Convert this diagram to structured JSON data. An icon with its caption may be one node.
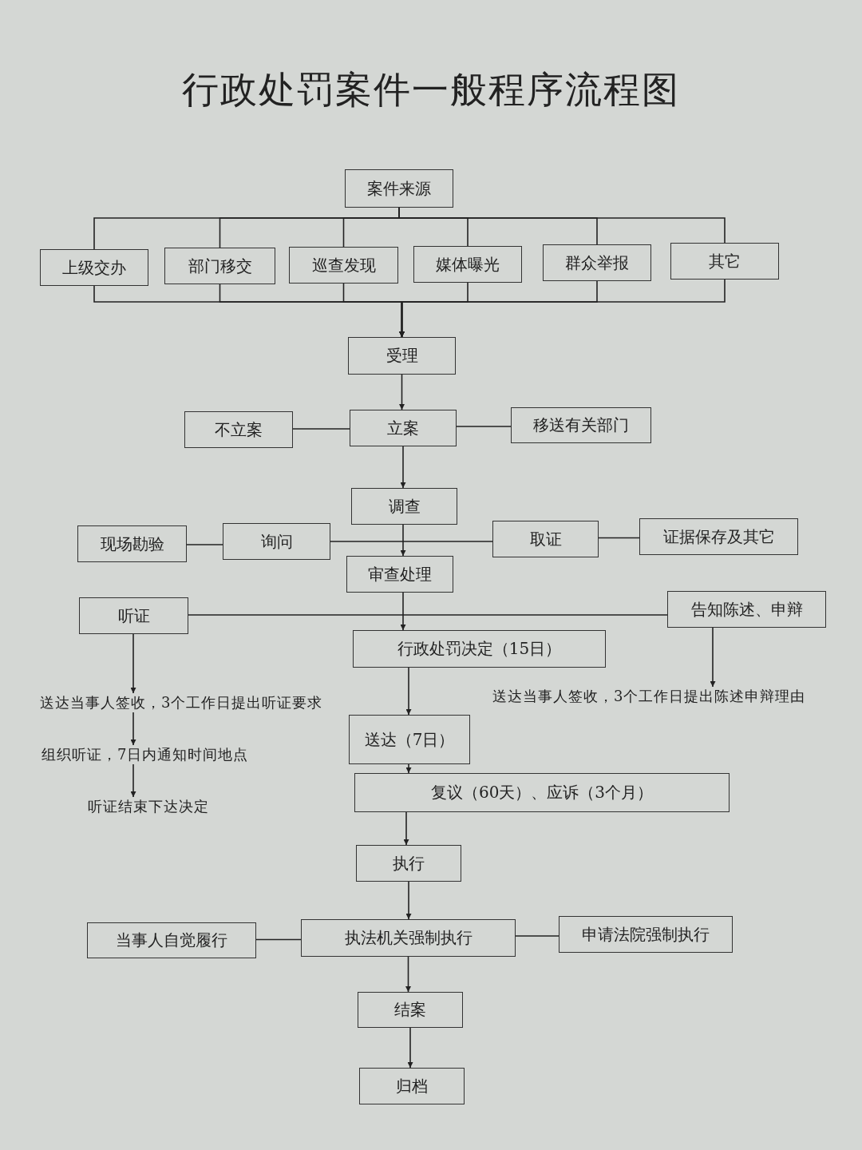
{
  "diagram": {
    "title": "行政处罚案件一般程序流程图",
    "nodes": [
      {
        "text": [
          "案件来源"
        ]
      },
      {
        "text": [
          "上级交办"
        ]
      },
      {
        "text": [
          "部门移交"
        ]
      },
      {
        "text": [
          "巡查发现"
        ]
      },
      {
        "text": [
          "媒体曝光"
        ]
      },
      {
        "text": [
          "群众举报"
        ]
      },
      {
        "text": [
          "其它"
        ]
      },
      {
        "text": [
          "受理"
        ]
      },
      {
        "text": [
          "不立案"
        ]
      },
      {
        "text": [
          "立案"
        ]
      },
      {
        "text": [
          "移送有关部门"
        ]
      },
      {
        "text": [
          "调查"
        ]
      },
      {
        "text": [
          "现场勘验"
        ]
      },
      {
        "text": [
          "询问"
        ]
      },
      {
        "text": [
          "取证"
        ]
      },
      {
        "text": [
          "证据保存及其它"
        ]
      },
      {
        "text": [
          "审查处理"
        ]
      },
      {
        "text": [
          "听证"
        ]
      },
      {
        "text": [
          "告知陈述、申辩"
        ]
      },
      {
        "text": [
          "行政处罚决定（15日）"
        ]
      },
      {
        "text": [
          "送达（7日）"
        ]
      },
      {
        "text": [
          "复议（60天）、应诉（3个月）"
        ]
      },
      {
        "text": [
          "执行"
        ]
      },
      {
        "text": [
          "当事人自觉履行"
        ]
      },
      {
        "text": [
          "执法机关强制执行"
        ]
      },
      {
        "text": [
          "申请法院强制执行"
        ]
      },
      {
        "text": [
          "结案"
        ]
      },
      {
        "text": [
          "归档"
        ]
      },
      {
        "text": [
          "送达当事人签收，3个工作日提出听证要求"
        ]
      },
      {
        "text": [
          "组织听证，7日内通知时间地点"
        ]
      },
      {
        "text": [
          "听证结束下达决定"
        ]
      },
      {
        "text": [
          "送达当事人签收，3个工作日提出陈述申辩理由"
        ]
      }
    ],
    "edges": [
      {
        "from": 0,
        "to": 1,
        "arrow": "none"
      },
      {
        "from": 0,
        "to": 2,
        "arrow": "none"
      },
      {
        "from": 0,
        "to": 3,
        "arrow": "none"
      },
      {
        "from": 0,
        "to": 4,
        "arrow": "none"
      },
      {
        "from": 0,
        "to": 5,
        "arrow": "none"
      },
      {
        "from": 0,
        "to": 6,
        "arrow": "none"
      },
      {
        "from": 1,
        "to": 7,
        "arrow": "to"
      },
      {
        "from": 2,
        "to": 7,
        "arrow": "to"
      },
      {
        "from": 3,
        "to": 7,
        "arrow": "to"
      },
      {
        "from": 4,
        "to": 7,
        "arrow": "to"
      },
      {
        "from": 5,
        "to": 7,
        "arrow": "to"
      },
      {
        "from": 6,
        "to": 7,
        "arrow": "to"
      },
      {
        "from": 7,
        "to": 9,
        "arrow": "to"
      },
      {
        "from": 9,
        "to": 8,
        "arrow": "none"
      },
      {
        "from": 9,
        "to": 10,
        "arrow": "none"
      },
      {
        "from": 9,
        "to": 11,
        "arrow": "to"
      },
      {
        "from": 11,
        "to": 16,
        "arrow": "to"
      },
      {
        "from": 13,
        "to": 12,
        "arrow": "none"
      },
      {
        "from": 13,
        "to": 14,
        "arrow": "none"
      },
      {
        "from": 14,
        "to": 15,
        "arrow": "none"
      },
      {
        "from": 16,
        "to": 19,
        "arrow": "to"
      },
      {
        "from": 17,
        "to": 18,
        "arrow": "none"
      },
      {
        "from": 17,
        "to": 28,
        "arrow": "to"
      },
      {
        "from": 28,
        "to": 29,
        "arrow": "to"
      },
      {
        "from": 29,
        "to": 30,
        "arrow": "to"
      },
      {
        "from": 18,
        "to": 31,
        "arrow": "to"
      },
      {
        "from": 19,
        "to": 20,
        "arrow": "to"
      },
      {
        "from": 20,
        "to": 21,
        "arrow": "to"
      },
      {
        "from": 21,
        "to": 22,
        "arrow": "to"
      },
      {
        "from": 22,
        "to": 24,
        "arrow": "to"
      },
      {
        "from": 24,
        "to": 23,
        "arrow": "none"
      },
      {
        "from": 24,
        "to": 25,
        "arrow": "none"
      },
      {
        "from": 24,
        "to": 26,
        "arrow": "to"
      },
      {
        "from": 26,
        "to": 27,
        "arrow": "to"
      }
    ]
  }
}
